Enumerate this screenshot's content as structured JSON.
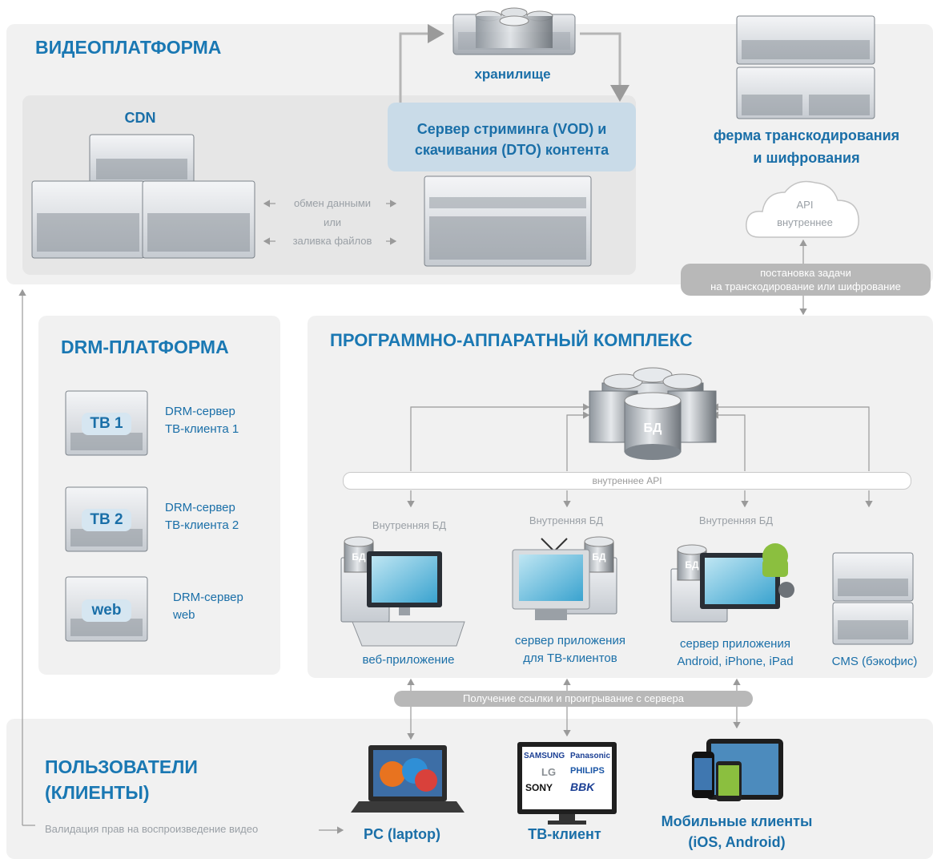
{
  "colors": {
    "heading_blue": "#1a78b3",
    "label_blue": "#1a6fa8",
    "panel_gray": "#f1f1f1",
    "streaming_box": "#c9dbe8",
    "arrow_gray": "#9a9a9a"
  },
  "video_platform": {
    "title": "ВИДЕОПЛАТФОРМА",
    "storage_label": "хранилище",
    "cdn_label": "CDN",
    "streaming_server_label_line1": "Сервер стриминга (VOD) и",
    "streaming_server_label_line2": "скачивания (DTO) контента",
    "exchange_text_1": "обмен данными",
    "exchange_text_or": "или",
    "exchange_text_2": "заливка файлов",
    "transcoding_farm_line1": "ферма транскодирования",
    "transcoding_farm_line2": "и шифрования",
    "api_cloud_line1": "API",
    "api_cloud_line2": "внутреннее",
    "task_pill_line1": "постановка задачи",
    "task_pill_line2": "на транскодирование или шифрование"
  },
  "drm_platform": {
    "title": "DRM-ПЛАТФОРМА",
    "servers": [
      {
        "badge": "ТВ 1",
        "label_line1": "DRM-сервер",
        "label_line2": "ТВ-клиента 1"
      },
      {
        "badge": "ТВ 2",
        "label_line1": "DRM-сервер",
        "label_line2": "ТВ-клиента 2"
      },
      {
        "badge": "web",
        "label_line1": "DRM-сервер",
        "label_line2": "web"
      }
    ]
  },
  "hardware_complex": {
    "title": "ПРОГРАММНО-АППАРАТНЫЙ КОМПЛЕКС",
    "db_label": "БД",
    "internal_api": "внутреннее API",
    "internal_db_1": "Внутренняя БД",
    "internal_db_2": "Внутренняя БД",
    "internal_db_3": "Внутренняя БД",
    "small_db_label": "БД",
    "web_app": "веб-приложение",
    "tv_app_line1": "сервер приложения",
    "tv_app_line2": "для ТВ-клиентов",
    "mobile_app_line1": "сервер приложения",
    "mobile_app_line2": "Android, iPhone, iPad",
    "cms": "CMS (бэкофис)",
    "link_pill": "Получение ссылки и проигрывание с сервера"
  },
  "users": {
    "title_line1": "ПОЛЬЗОВАТЕЛИ",
    "title_line2": "(КЛИЕНТЫ)",
    "validation_text": "Валидация прав на воспроизведение видео",
    "pc": "PC (laptop)",
    "tv": "ТВ-клиент",
    "mobile_line1": "Мобильные клиенты",
    "mobile_line2": "(iOS, Android)",
    "tv_brands": [
      "SAMSUNG",
      "Panasonic",
      "LG",
      "PHILIPS",
      "SONY",
      "BBK"
    ]
  }
}
